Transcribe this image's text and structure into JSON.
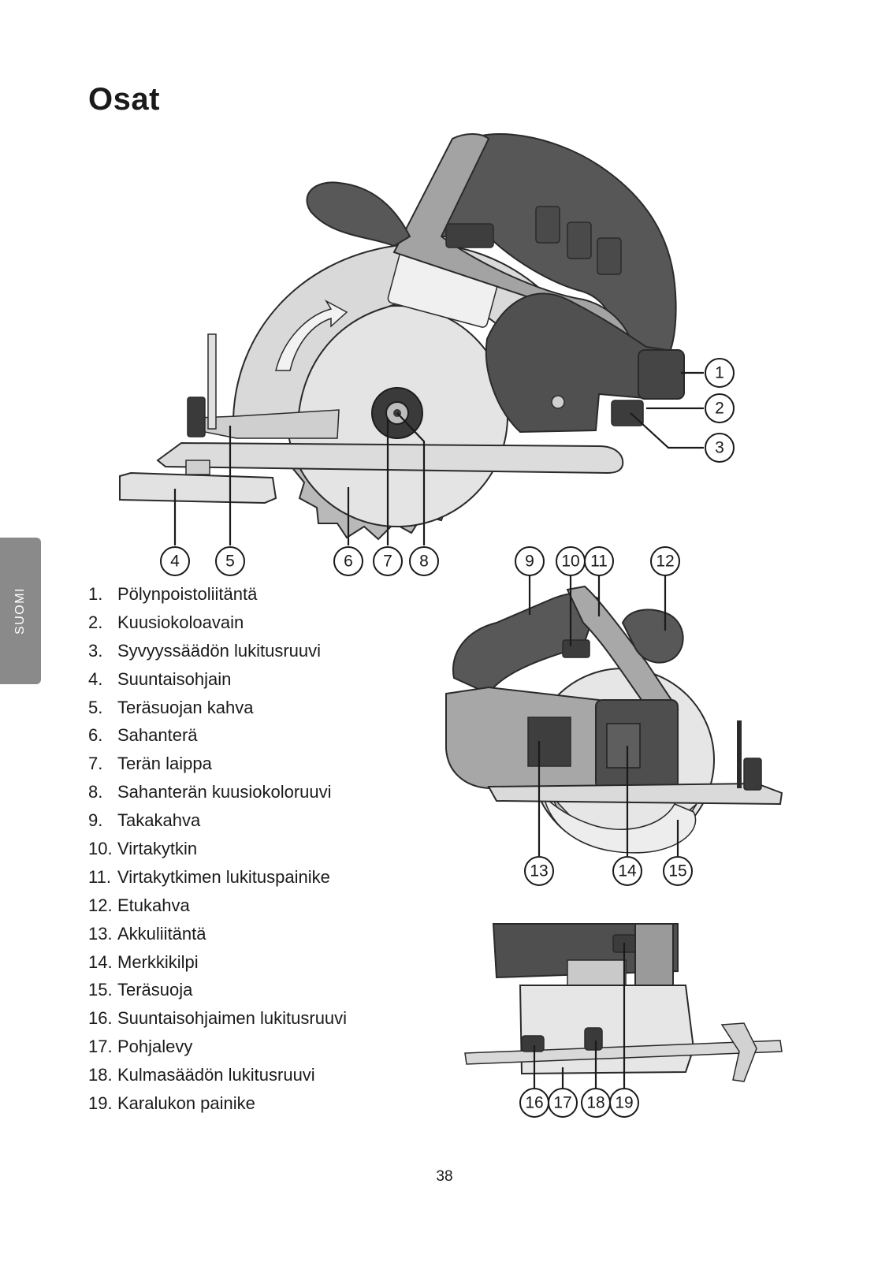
{
  "page": {
    "title": "Osat",
    "side_tab": "SUOMI",
    "page_number": "38"
  },
  "parts": [
    {
      "num": "1.",
      "label": "Pölynpoistoliitäntä"
    },
    {
      "num": "2.",
      "label": "Kuusiokoloavain"
    },
    {
      "num": "3.",
      "label": "Syvyyssäädön lukitusruuvi"
    },
    {
      "num": "4.",
      "label": "Suuntaisohjain"
    },
    {
      "num": "5.",
      "label": "Teräsuojan kahva"
    },
    {
      "num": "6.",
      "label": "Sahanterä"
    },
    {
      "num": "7.",
      "label": "Terän laippa"
    },
    {
      "num": "8.",
      "label": "Sahanterän kuusiokoloruuvi"
    },
    {
      "num": "9.",
      "label": "Takakahva"
    },
    {
      "num": "10.",
      "label": "Virtakytkin"
    },
    {
      "num": "11.",
      "label": "Virtakytkimen lukituspainike"
    },
    {
      "num": "12.",
      "label": "Etukahva"
    },
    {
      "num": "13.",
      "label": "Akkuliitäntä"
    },
    {
      "num": "14.",
      "label": "Merkkikilpi"
    },
    {
      "num": "15.",
      "label": "Teräsuoja"
    },
    {
      "num": "16.",
      "label": "Suuntaisohjaimen lukitusruuvi"
    },
    {
      "num": "17.",
      "label": "Pohjalevy"
    },
    {
      "num": "18.",
      "label": "Kulmasäädön lukitusruuvi"
    },
    {
      "num": "19.",
      "label": "Karalukon painike"
    }
  ],
  "callouts": {
    "c1": "1",
    "c2": "2",
    "c3": "3",
    "c4": "4",
    "c5": "5",
    "c6": "6",
    "c7": "7",
    "c8": "8",
    "c9": "9",
    "c10": "10",
    "c11": "11",
    "c12": "12",
    "c13": "13",
    "c14": "14",
    "c15": "15",
    "c16": "16",
    "c17": "17",
    "c18": "18",
    "c19": "19"
  },
  "colors": {
    "dark_body": "#4f4f4f",
    "mid_gray": "#9a9a9a",
    "light_gray": "#d6d6d6",
    "guard_gray": "#e8e8e8",
    "side_tab": "#8a8a8a"
  }
}
